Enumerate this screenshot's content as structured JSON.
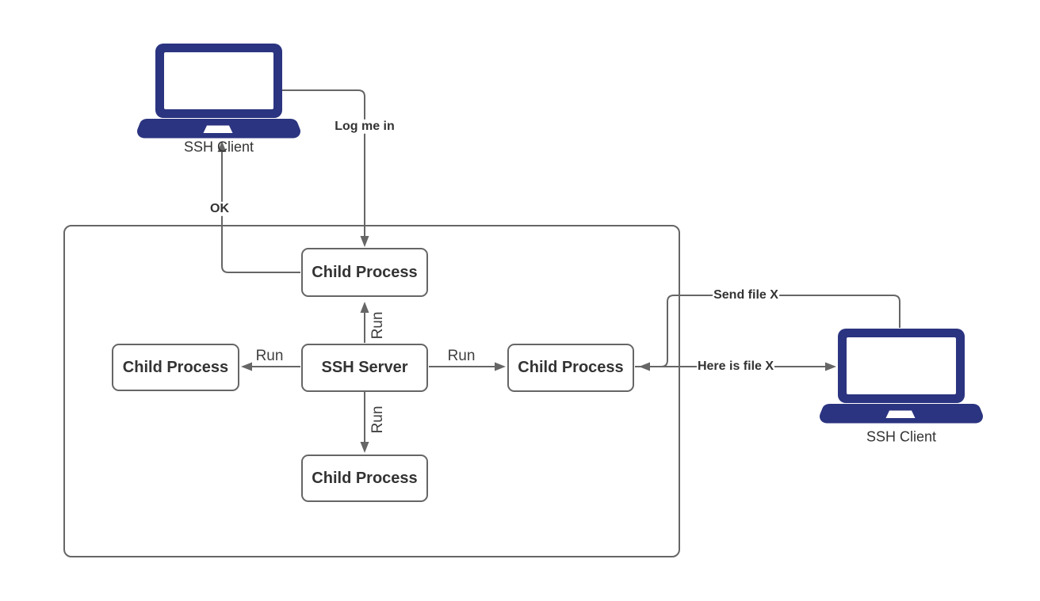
{
  "colors": {
    "laptop_fill": "#2B3480",
    "line": "#666666",
    "node_border": "#666666",
    "text": "#333333"
  },
  "nodes": {
    "client_left": {
      "label": "SSH Client"
    },
    "client_right": {
      "label": "SSH Client"
    },
    "child_top": {
      "label": "Child Process"
    },
    "child_left": {
      "label": "Child Process"
    },
    "child_right": {
      "label": "Child Process"
    },
    "child_bottom": {
      "label": "Child Process"
    },
    "ssh_server": {
      "label": "SSH Server"
    }
  },
  "edges": {
    "log_me_in": {
      "label": "Log me in",
      "from": "client_left",
      "to": "child_top"
    },
    "ok": {
      "label": "OK",
      "from": "child_top",
      "to": "client_left"
    },
    "run_up": {
      "label": "Run",
      "from": "ssh_server",
      "to": "child_top"
    },
    "run_left": {
      "label": "Run",
      "from": "ssh_server",
      "to": "child_left"
    },
    "run_right": {
      "label": "Run",
      "from": "ssh_server",
      "to": "child_right"
    },
    "run_down": {
      "label": "Run",
      "from": "ssh_server",
      "to": "child_bottom"
    },
    "send_file": {
      "label": "Send file X",
      "from": "client_right",
      "to": "child_right"
    },
    "here_is_file": {
      "label": "Here is file X",
      "from": "child_right",
      "to": "client_right"
    }
  }
}
